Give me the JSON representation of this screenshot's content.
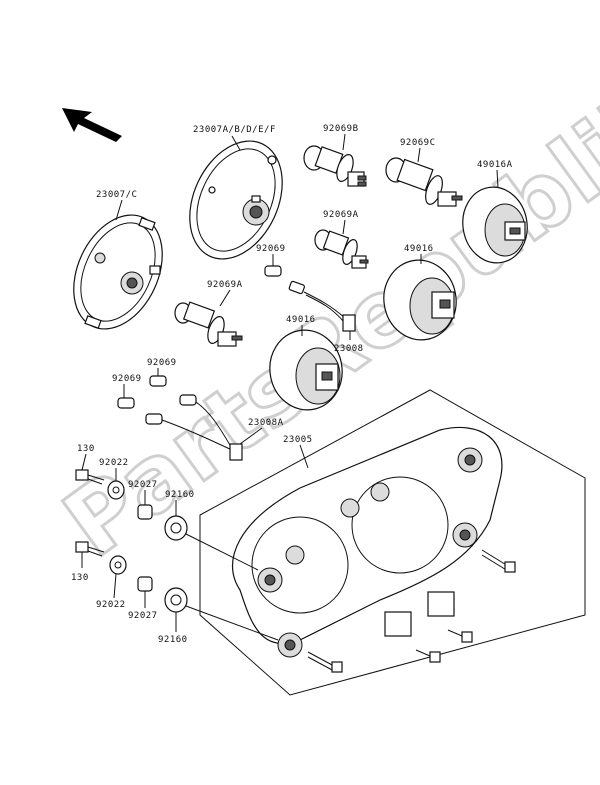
{
  "watermark": "PartsRepublik",
  "labels": {
    "l23007ab": "23007A/B/D/E/F",
    "l23007c": "23007/C",
    "l92069b": "92069B",
    "l92069c": "92069C",
    "l49016a": "49016A",
    "l92069a_top": "92069A",
    "l92069_mid": "92069",
    "l49016_right": "49016",
    "l92069a_left": "92069A",
    "l49016_mid": "49016",
    "l23008": "23008",
    "l92069_a": "92069",
    "l92069_b": "92069",
    "l23008a": "23008A",
    "l23005": "23005",
    "l130_top": "130",
    "l92022_top": "92022",
    "l92027_top": "92027",
    "l92160_top": "92160",
    "l130_bot": "130",
    "l92022_bot": "92022",
    "l92027_bot": "92027",
    "l92160_bot": "92160"
  }
}
